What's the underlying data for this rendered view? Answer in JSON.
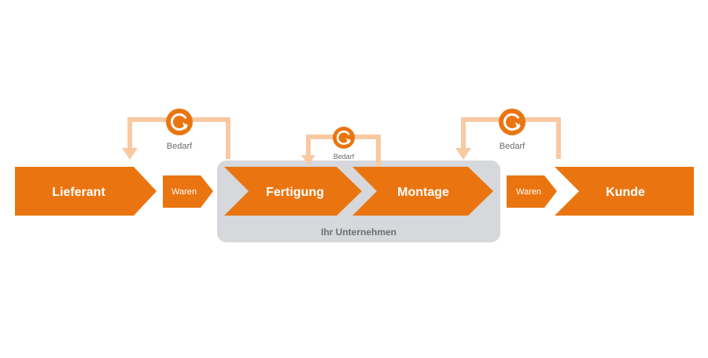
{
  "colors": {
    "accent": "#ea7510",
    "loop": "#f9c9a2",
    "company_box": "#d6d8db",
    "company_label": "#6d6e70",
    "text_light": "#ffffff",
    "label_gray": "#6b6b6b"
  },
  "nodes": {
    "lieferant": "Lieferant",
    "fertigung": "Fertigung",
    "montage": "Montage",
    "kunde": "Kunde"
  },
  "goods": {
    "left": "Waren",
    "right": "Waren"
  },
  "company": {
    "label": "Ihr Unternehmen"
  },
  "loops": {
    "left": {
      "label": "Bedarf",
      "icon": "refresh-icon"
    },
    "middle": {
      "label": "Bedarf",
      "icon": "refresh-icon"
    },
    "right": {
      "label": "Bedarf",
      "icon": "refresh-icon"
    }
  }
}
